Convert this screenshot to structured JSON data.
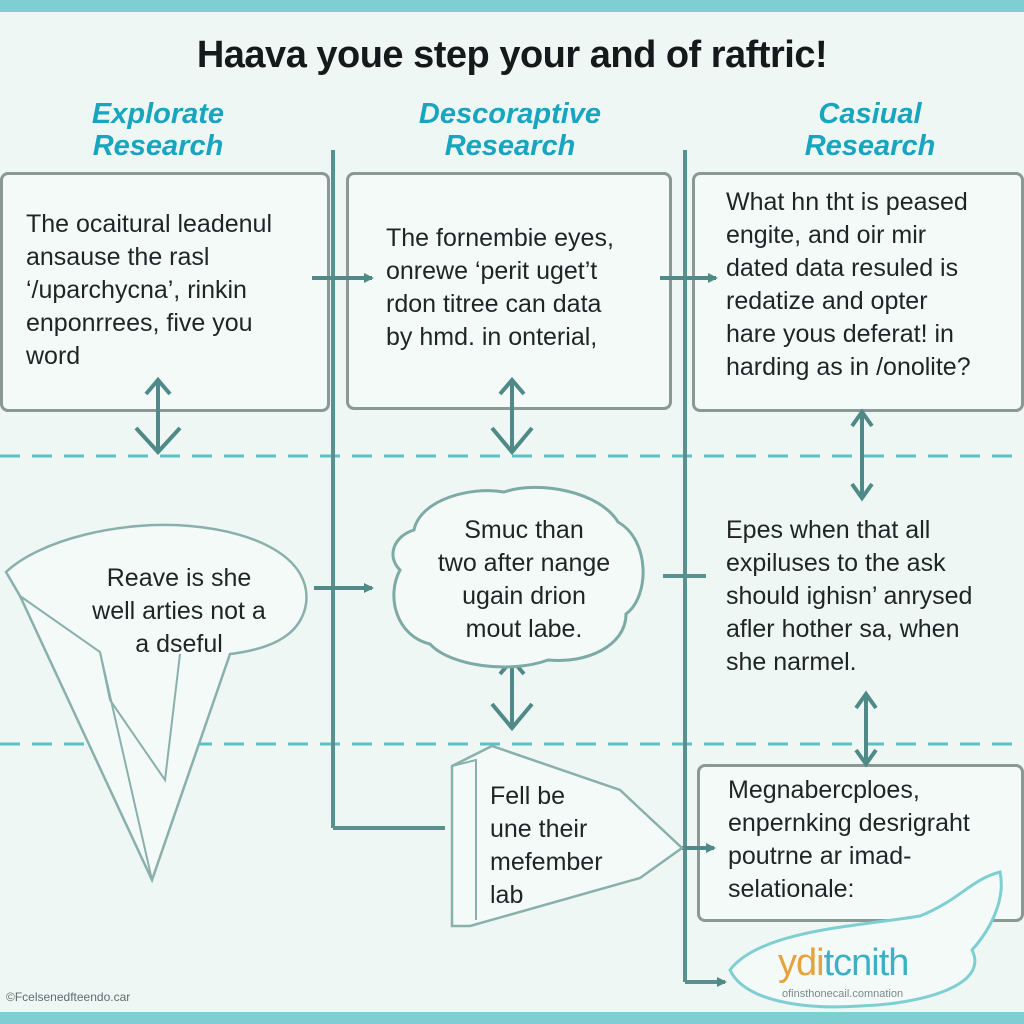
{
  "title": "Haava youe step your and of raftric!",
  "columns": [
    {
      "heading_line1": "Explorate",
      "heading_line2": "Research"
    },
    {
      "heading_line1": "Descoraptive",
      "heading_line2": "Research"
    },
    {
      "heading_line1": "Casiual",
      "heading_line2": "Research"
    }
  ],
  "boxes": {
    "col1_top": "The ocaitural leadenul\nansause the rasl\n‘/uparchycna’, rinkin\nenponrrees, five you\nword",
    "col1_mid": "Reave is she\nwell arties not a\na dseful",
    "col2_top": "The fornembie eyes,\nonrewe ‘perit uget’t\nrdon titree can data\nby hmd. in onterial,",
    "col2_mid": "Smuc than\ntwo after nange\nugain drion\nmout labe.",
    "col2_bottom": "Fell be\nune their\nmefember\nlab",
    "col3_top": "What hn tht is peased\nengite, and oir mir\ndated data resuled is\nredatize and opter\nhare yous deferat! in\nharding as in /onolite?",
    "col3_mid": "Epes when that all\nexpiluses to the ask\nshould ighisn’ anrysed\nafler hother sa, when\nshe narmel.",
    "col3_bottom": "Megnabercploes,\nenpernking desrigraht\npoutrne ar imad-\nselationale:"
  },
  "brand": {
    "logo_part1": "ydi",
    "logo_part2": "tcnith",
    "tagline": "ofinsthonecail.comnation"
  },
  "credit": "©Fcelsenedfteendo.car",
  "colors": {
    "accent": "#18a5bf",
    "line": "#5a918f",
    "dash": "#5cc1c6",
    "frame": "#7fcfd2"
  }
}
